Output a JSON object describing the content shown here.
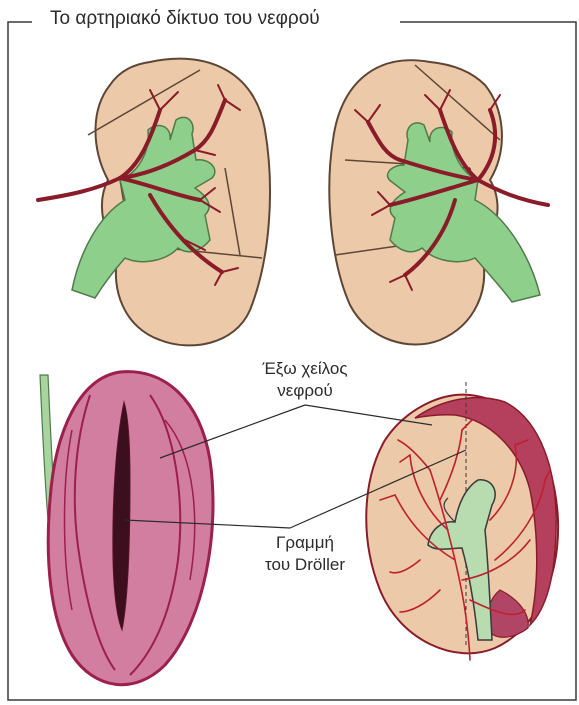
{
  "title": "Το αρτηριακό δίκτυο του νεφρού",
  "labels": {
    "outer_lip_line1": "Έξω χείλος",
    "outer_lip_line2": "νεφρού",
    "droller_line1": "Γραμμή",
    "droller_line2": "του Dröller"
  },
  "colors": {
    "kidney_fill": "#ecc9a8",
    "kidney_outline": "#5e4636",
    "pelvis_green": "#8fcf8c",
    "pelvis_outline": "#4f7a4a",
    "artery_red": "#8a1c2a",
    "magenta_kidney": "#d27ea0",
    "magenta_outline": "#9c1f4c",
    "frame": "#3a3a3a"
  }
}
